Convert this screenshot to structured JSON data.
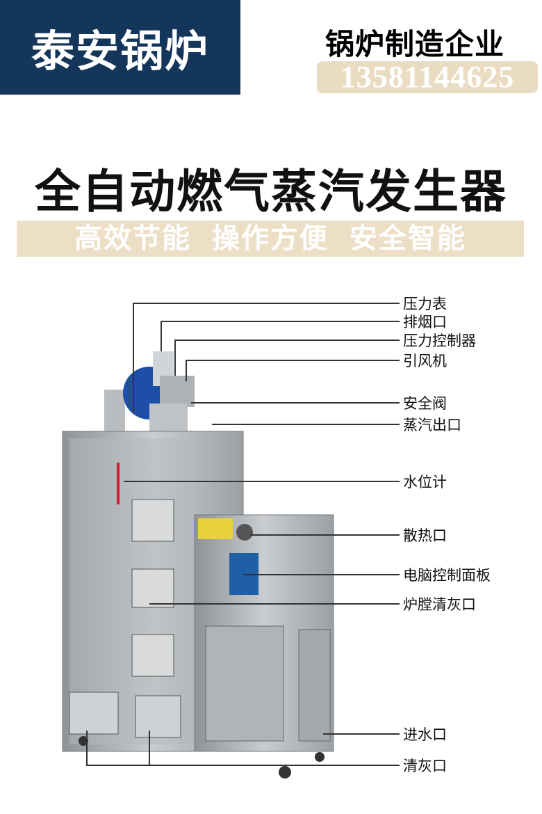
{
  "brand": "泰安锅炉",
  "slogan": "锅炉制造企业",
  "phone": "13581144625",
  "title": "全自动燃气蒸汽发生器",
  "features": "高效节能  操作方便  安全智能",
  "labels": [
    "压力表",
    "排烟口",
    "压力控制器",
    "引风机",
    "安全阀",
    "蒸汽出口",
    "水位计",
    "散热口",
    "电脑控制面板",
    "炉膛清灰口",
    "进水口",
    "清灰口"
  ],
  "colors": {
    "brand_bg": "#14365a",
    "accent": "#e9dcc3"
  }
}
